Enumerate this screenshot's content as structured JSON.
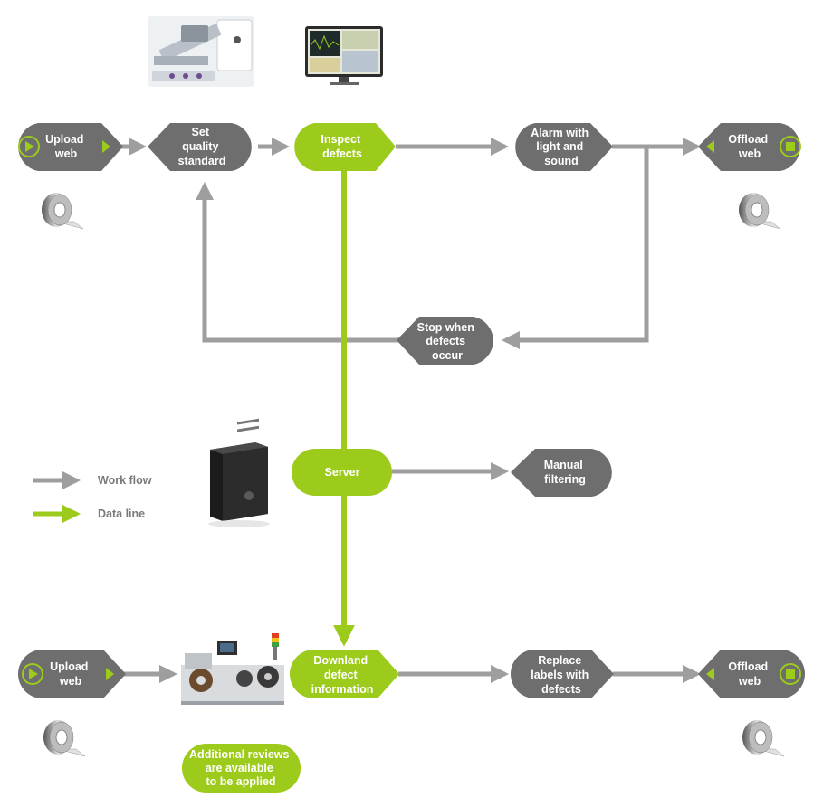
{
  "colors": {
    "workflow": "#9e9e9e",
    "dataline": "#9ccb1c",
    "node_gray": "#6e6e6e",
    "node_green": "#9ccb1c",
    "text": "#ffffff",
    "legend_text": "#7a7a7a"
  },
  "legend": {
    "workflow_label": "Work flow",
    "dataline_label": "Data line"
  },
  "row1": {
    "upload": [
      "Upload",
      "web"
    ],
    "set_quality": [
      "Set",
      "quality",
      "standard"
    ],
    "inspect": [
      "Inspect",
      "defects"
    ],
    "alarm": [
      "Alarm with",
      "light and",
      "sound"
    ],
    "offload": [
      "Offload",
      "web"
    ],
    "stop": [
      "Stop when",
      "defects",
      "occur"
    ]
  },
  "server": {
    "server": [
      "Server"
    ],
    "manual": [
      "Manual",
      "filtering"
    ]
  },
  "row2": {
    "upload": [
      "Upload",
      "web"
    ],
    "download": [
      "Downland",
      "defect",
      "information"
    ],
    "replace": [
      "Replace",
      "labels with",
      "defects"
    ],
    "offload": [
      "Offload",
      "web"
    ],
    "reviews": [
      "Additional reviews",
      "are available",
      "to be applied"
    ]
  },
  "icons": {
    "camera_device": "inspection-camera-icon",
    "monitor": "monitor-icon",
    "roll": "label-roll-icon",
    "server_tower": "server-tower-icon",
    "rewinder": "rewinder-machine-icon",
    "play": "play-icon",
    "stop": "stop-icon"
  }
}
